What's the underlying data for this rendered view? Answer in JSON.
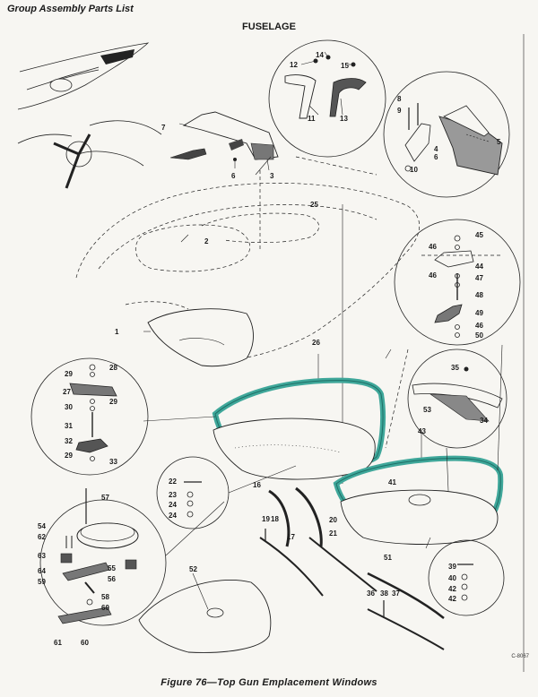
{
  "header": {
    "section_title": "Group Assembly Parts List",
    "page_title": "FUSELAGE"
  },
  "figure": {
    "caption": "Figure 76—Top Gun Emplacement Windows",
    "code": "C-8067"
  },
  "colors": {
    "seal": "#3fa79a",
    "seal_dark": "#1e6f66",
    "ink": "#222222",
    "paper": "#f7f6f2"
  },
  "callouts": [
    "1",
    "2",
    "3",
    "4",
    "5",
    "6",
    "6",
    "7",
    "8",
    "9",
    "10",
    "11",
    "12",
    "13",
    "14",
    "15",
    "16",
    "17",
    "18",
    "19",
    "20",
    "21",
    "22",
    "23",
    "24",
    "24",
    "25",
    "26",
    "27",
    "28",
    "29",
    "29",
    "29",
    "30",
    "31",
    "32",
    "33",
    "34",
    "35",
    "36",
    "37",
    "38",
    "39",
    "40",
    "41",
    "42",
    "42",
    "43",
    "44",
    "45",
    "46",
    "46",
    "46",
    "47",
    "48",
    "49",
    "50",
    "51",
    "52",
    "53",
    "54",
    "55",
    "56",
    "57",
    "58",
    "59",
    "60",
    "60",
    "61",
    "62",
    "63",
    "64"
  ]
}
